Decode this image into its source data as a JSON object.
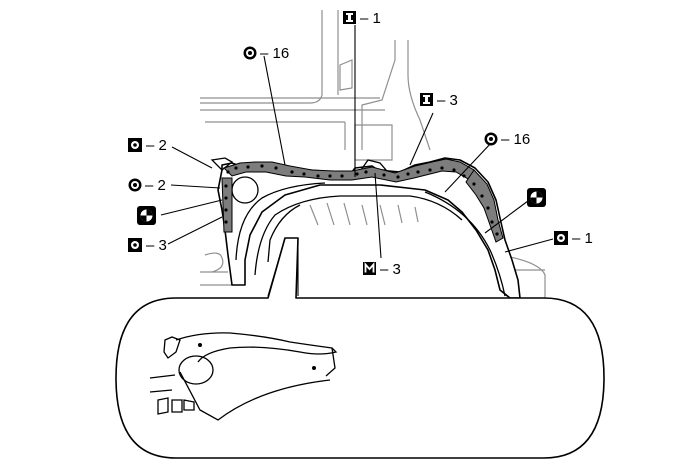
{
  "callouts": [
    {
      "id": "i1",
      "icon": "square-i-icon",
      "text": "– 1"
    },
    {
      "id": "o16a",
      "icon": "circle-dot-icon",
      "text": "– 16"
    },
    {
      "id": "i3",
      "icon": "square-i-icon",
      "text": "– 3"
    },
    {
      "id": "sq2",
      "icon": "square-circle-icon",
      "text": "– 2"
    },
    {
      "id": "o16b",
      "icon": "circle-dot-icon",
      "text": "– 16"
    },
    {
      "id": "o2",
      "icon": "circle-dot-icon",
      "text": "– 2"
    },
    {
      "id": "sp1",
      "icon": "spot-weld-icon",
      "text": ""
    },
    {
      "id": "sp2",
      "icon": "spot-weld-icon",
      "text": ""
    },
    {
      "id": "sq3",
      "icon": "square-circle-icon",
      "text": "– 3"
    },
    {
      "id": "sq1",
      "icon": "square-circle-icon",
      "text": "– 1"
    },
    {
      "id": "m3",
      "icon": "square-m-icon",
      "text": "– 3"
    }
  ],
  "colors": {
    "sealer": "#7d7d7d",
    "ghost_lines": "#8f8f8f",
    "ink": "#000000"
  }
}
